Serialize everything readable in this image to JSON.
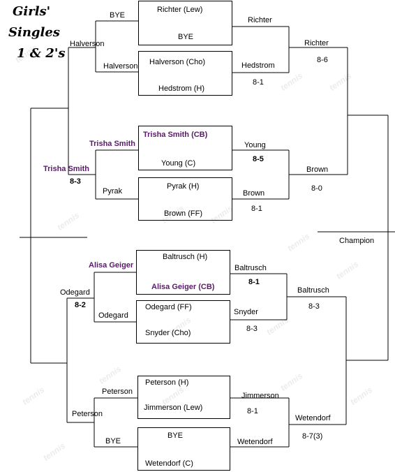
{
  "title": {
    "line1": "Girls'",
    "line2": "Singles",
    "line3": "1 & 2's"
  },
  "watermarks": [
    "tennis",
    "tennis",
    "tennis",
    "tennis",
    "tennis",
    "tennis",
    "tennis",
    "tennis",
    "tennis",
    "tennis",
    "tennis",
    "tennis",
    "tennis",
    "tennis",
    "tennis",
    "tennis"
  ],
  "matches": {
    "m1": {
      "top": "Richter (Lew)",
      "bottom": "BYE"
    },
    "m2": {
      "top": "Halverson (Cho)",
      "bottom": "Hedstrom (H)"
    },
    "m3": {
      "top": "Trisha Smith (CB)",
      "bottom": "Young (C)"
    },
    "m4": {
      "top": "Pyrak (H)",
      "bottom": "Brown (FF)"
    },
    "m5": {
      "top": "Baltrusch (H)",
      "bottom": "Alisa Geiger (CB)"
    },
    "m6": {
      "top": "Odegard (FF)",
      "bottom": "Snyder (Cho)"
    },
    "m7": {
      "top": "Peterson (H)",
      "bottom": "Jimmerson (Lew)"
    },
    "m8": {
      "top": "BYE",
      "bottom": "Wetendorf (C)"
    }
  },
  "left_round1": {
    "l1": "BYE",
    "l2": "Halverson",
    "l3": "Trisha Smith",
    "l4": "Pyrak",
    "l5": "Alisa Geiger",
    "l6": "Odegard",
    "l7": "Peterson",
    "l8": "BYE"
  },
  "left_round2": {
    "q1": "Halverson",
    "q2": "Trisha Smith",
    "q2_score": "8-3",
    "q3": "Odegard",
    "q3_score": "8-2",
    "q4": "Peterson"
  },
  "right_round1": {
    "r1": "Richter",
    "r2": "Hedstrom",
    "r2_score": "8-1",
    "r3": "Young",
    "r3_score": "8-5",
    "r4": "Brown",
    "r4_score": "8-1",
    "r5": "Baltrusch",
    "r5_score": "8-1",
    "r6": "Snyder",
    "r6_score": "8-3",
    "r7": "Jimmerson",
    "r7_score": "8-1",
    "r8": "Wetendorf"
  },
  "right_round2": {
    "s1": "Richter",
    "s1_score": "8-6",
    "s2": "Brown",
    "s2_score": "8-0",
    "s3": "Baltrusch",
    "s3_score": "8-3",
    "s4": "Wetendorf",
    "s4_score": "8-7(3)"
  },
  "final": {
    "label": "Champion"
  }
}
